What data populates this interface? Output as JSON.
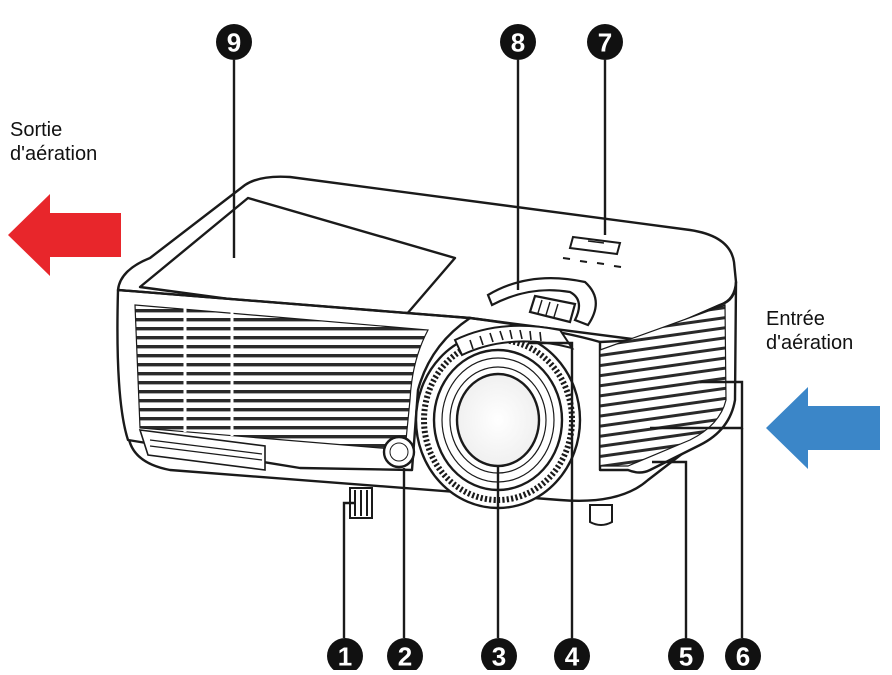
{
  "labels": {
    "exhaust_line1": "Sortie",
    "exhaust_line2": "d'aération",
    "intake_line1": "Entrée",
    "intake_line2": "d'aération"
  },
  "callouts": [
    {
      "num": "1"
    },
    {
      "num": "2"
    },
    {
      "num": "3"
    },
    {
      "num": "4"
    },
    {
      "num": "5"
    },
    {
      "num": "6"
    },
    {
      "num": "7"
    },
    {
      "num": "8"
    },
    {
      "num": "9"
    }
  ],
  "colors": {
    "exhaust_arrow": "#e8262b",
    "intake_arrow": "#3b86c8",
    "callout_fill": "#111111",
    "body_outline": "#1a1a1a"
  },
  "icons": {
    "exhaust": "arrow-left-icon",
    "intake": "arrow-left-icon"
  }
}
